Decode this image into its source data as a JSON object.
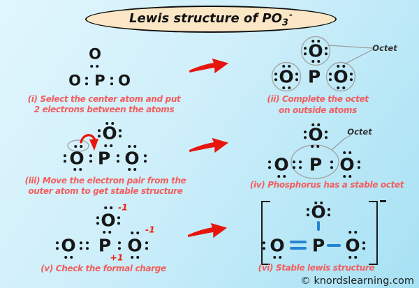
{
  "title": {
    "text": "Lewis structure of PO",
    "subscript": "3",
    "superscript": "-"
  },
  "atoms": {
    "oxygen": "O",
    "phosphorus": "P"
  },
  "labels": {
    "octet": "Octet"
  },
  "charges": {
    "minus": "-1",
    "plus": "+1"
  },
  "steps": [
    {
      "id": "i",
      "caption_line1": "(i) Select the center atom and put",
      "caption_line2": "2 electrons between the atoms"
    },
    {
      "id": "ii",
      "caption_line1": "(ii) Complete the octet",
      "caption_line2": "on outside atoms"
    },
    {
      "id": "iii",
      "caption_line1": "(iii) Move the electron pair from the",
      "caption_line2": "outer atom to get stable structure"
    },
    {
      "id": "iv",
      "caption_line1": "(iv) Phosphorus has a stable octet"
    },
    {
      "id": "v",
      "caption_line1": "(v) Check the formal charge"
    },
    {
      "id": "vi",
      "caption_line1": "(vi) Stable lewis structure"
    }
  ],
  "footer": {
    "copyright": "© knordslearning.com"
  },
  "colors": {
    "background_light": "#e1f6fd",
    "background_deep": "#a6e1f4",
    "banner_fill": "#fbe7c6",
    "caption_red": "#f25e5e",
    "arrow_red": "#e8150d",
    "charge_red": "#ee2211",
    "bond_blue": "#2583d3",
    "octet_circle_gray": "#a6a6a6"
  }
}
